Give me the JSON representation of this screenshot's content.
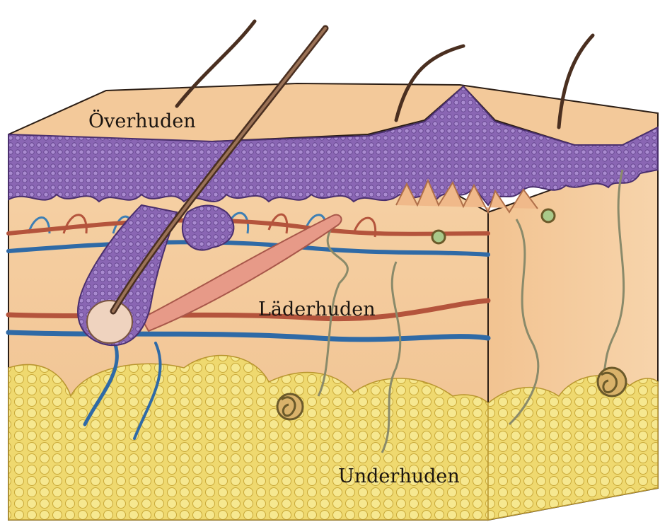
{
  "labels": {
    "epidermis": "Överhuden",
    "dermis": "Läderhuden",
    "hypodermis": "Underhuden"
  },
  "colors": {
    "background": "#ffffff",
    "skin_surface": "#f3c99a",
    "epidermis": "#7e5aa8",
    "dermis": "#f5cfa2",
    "fat": "#f1df7a",
    "artery": "#b4543c",
    "vein": "#2f6aa6",
    "nerve": "#8a8a6a",
    "hair": "#5a3b2a",
    "muscle": "#e79a88",
    "outline": "#2b1d14"
  }
}
